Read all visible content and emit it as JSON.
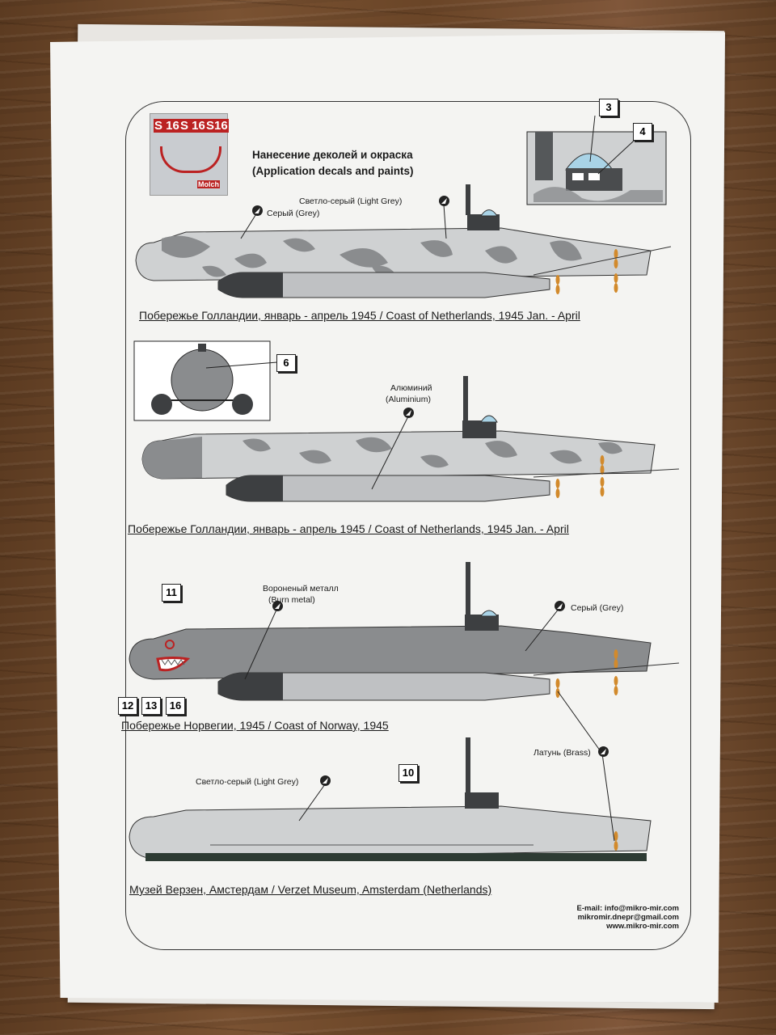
{
  "title": {
    "line1": "Нанесение деколей и окраска",
    "line2": "(Application decals and paints)"
  },
  "thumbnail": {
    "labels": [
      "S 16",
      "S 16",
      "S16"
    ],
    "brand": "Molch"
  },
  "profiles": [
    {
      "caption": "Побережье Голландии, январь - апрель 1945 / Coast of Netherlands, 1945 Jan. - April",
      "callouts": [
        "Серый (Grey)",
        "Светло-серый (Light Grey)"
      ],
      "decals": [
        "3",
        "4"
      ]
    },
    {
      "caption": "Побережье Голландии, январь - апрель 1945 / Coast of Netherlands, 1945 Jan. - April",
      "callouts": [
        "Алюминий",
        "(Aluminium)"
      ],
      "decals": [
        "6"
      ]
    },
    {
      "caption": "Побережье Норвегии, 1945 / Coast of Norway, 1945",
      "callouts": [
        "Вороненый металл",
        "(Burn metal)",
        "Серый (Grey)"
      ],
      "decals": [
        "11",
        "12",
        "13",
        "16"
      ]
    },
    {
      "caption": "Музей Верзен, Амстердам / Verzet Museum, Amsterdam (Netherlands)",
      "callouts": [
        "Светло-серый (Light Grey)",
        "Латунь (Brass)"
      ],
      "decals": [
        "10"
      ]
    }
  ],
  "contact": {
    "email1": "E-mail: info@mikro-mir.com",
    "email2": "mikromir.dnepr@gmail.com",
    "web": "www.mikro-mir.com"
  },
  "colors": {
    "grey": "#8a8c8e",
    "light_grey": "#cfd1d2",
    "dark": "#3d3f41",
    "brass": "#d28a2c",
    "canopy": "#a9d3e6"
  }
}
